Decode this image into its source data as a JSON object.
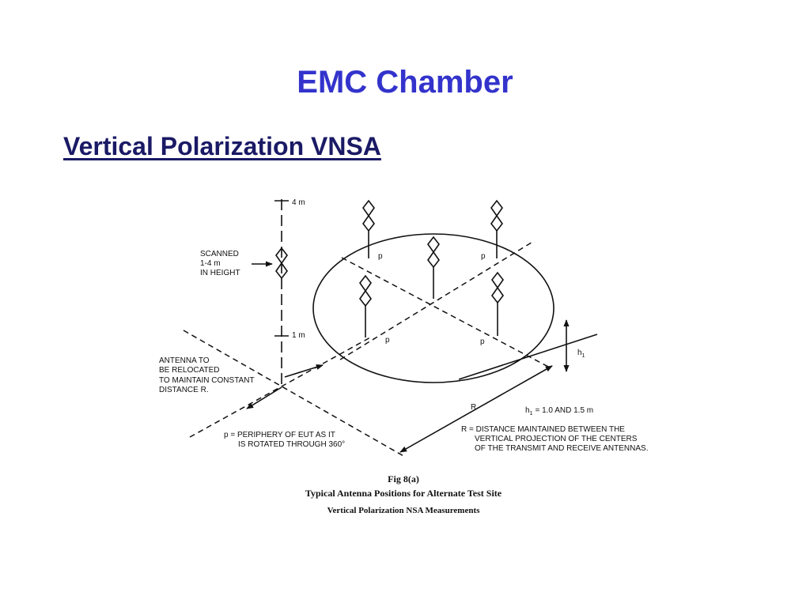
{
  "slide": {
    "title": "EMC Chamber",
    "subtitle": "Vertical Polarization VNSA"
  },
  "figure": {
    "height_top": "4 m",
    "height_bottom": "1 m",
    "scanned": [
      "SCANNED",
      "1-4 m",
      "IN HEIGHT"
    ],
    "relocate_note": [
      "ANTENNA TO",
      "BE RELOCATED",
      "TO MAINTAIN CONSTANT",
      "DISTANCE R."
    ],
    "periphery_note": [
      "p = PERIPHERY OF EUT AS IT",
      "IS ROTATED THROUGH 360°"
    ],
    "position_label": "p",
    "h1_label": "h",
    "h1_sub": "1",
    "h1_values": "= 1.0 AND 1.5 m",
    "r_label": "R",
    "r_definition": [
      "R = DISTANCE MAINTAINED BETWEEN THE",
      "VERTICAL PROJECTION OF THE CENTERS",
      "OF THE TRANSMIT AND RECEIVE ANTENNAS."
    ],
    "caption_fig": "Fig 8(a)",
    "caption_line1": "Typical Antenna Positions for Alternate Test Site",
    "caption_line2": "Vertical Polarization NSA Measurements"
  }
}
